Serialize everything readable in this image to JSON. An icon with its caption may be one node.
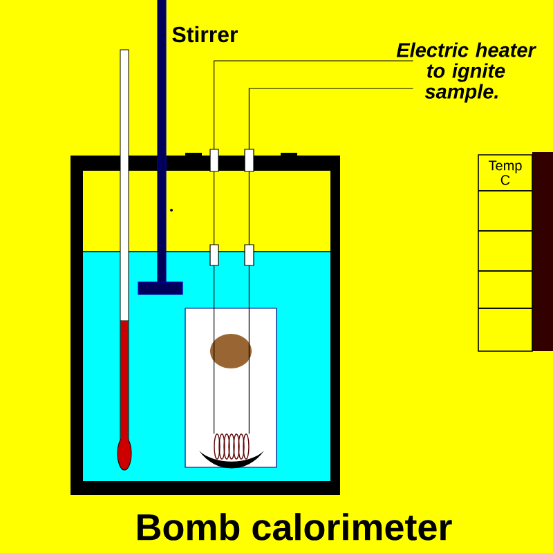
{
  "diagram": {
    "title": "Bomb calorimeter",
    "nodes": [
      {
        "text": [
          "Electric heater to ignite sample."
        ]
      },
      {
        "text": [],
        "shape": "coil"
      },
      {
        "text": [],
        "shape": "bar"
      }
    ],
    "edges": [
      {
        "from": 0,
        "to": 1,
        "arrow": "none"
      },
      {
        "from": 0,
        "to": 1,
        "arrow": "none"
      }
    ],
    "labels": [
      "Stirrer",
      "Temp C"
    ]
  }
}
